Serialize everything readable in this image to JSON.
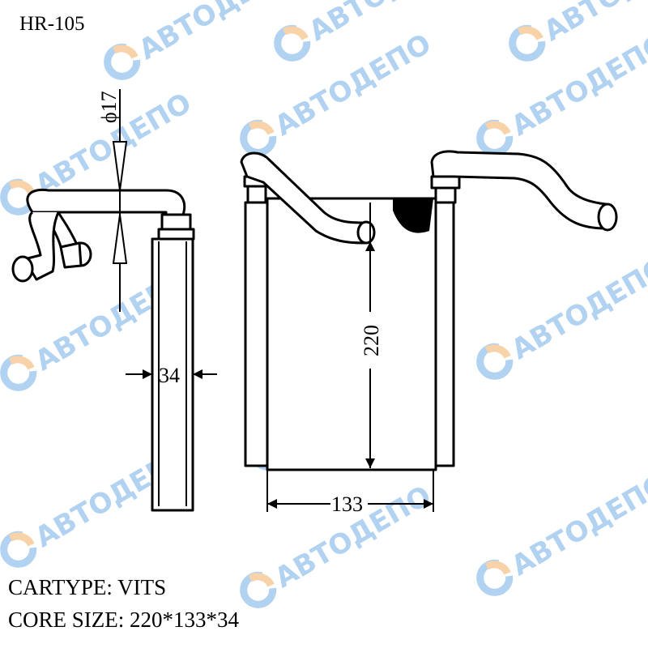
{
  "title": "HR-105",
  "car_type": "CARTYPE: VITS",
  "core_size": "CORE SIZE: 220*133*34",
  "dimensions": {
    "pipe_diameter": "ϕ17",
    "depth": "34",
    "height": "220",
    "width": "133"
  },
  "watermark": {
    "text": "АВТОДЕПО",
    "color_blue": "#a9cdf0",
    "color_orange": "#f8cfa0"
  }
}
